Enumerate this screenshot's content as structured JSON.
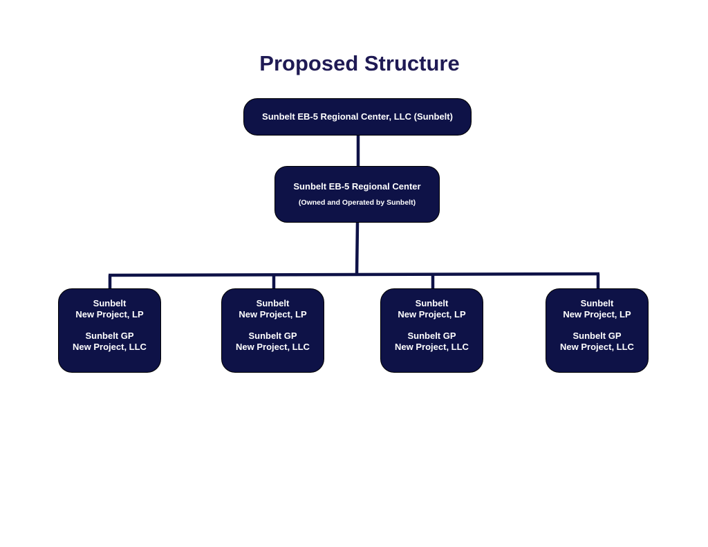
{
  "title": "Proposed Structure",
  "colors": {
    "title": "#1f1a54",
    "box_fill": "#0e1247",
    "box_text": "#ffffff",
    "connector": "#0e1247"
  },
  "top_box": {
    "label": "Sunbelt EB-5 Regional Center, LLC (Sunbelt)"
  },
  "middle_box": {
    "label": "Sunbelt EB-5 Regional Center",
    "sublabel": "(Owned and Operated by Sunbelt)"
  },
  "leaf_boxes": [
    {
      "lp_line1": "Sunbelt",
      "lp_line2": "New Project, LP",
      "gp_line1": "Sunbelt GP",
      "gp_line2": "New Project, LLC"
    },
    {
      "lp_line1": "Sunbelt",
      "lp_line2": "New Project, LP",
      "gp_line1": "Sunbelt GP",
      "gp_line2": "New Project, LLC"
    },
    {
      "lp_line1": "Sunbelt",
      "lp_line2": "New Project, LP",
      "gp_line1": "Sunbelt GP",
      "gp_line2": "New Project, LLC"
    },
    {
      "lp_line1": "Sunbelt",
      "lp_line2": "New Project, LP",
      "gp_line1": "Sunbelt GP",
      "gp_line2": "New Project, LLC"
    }
  ]
}
